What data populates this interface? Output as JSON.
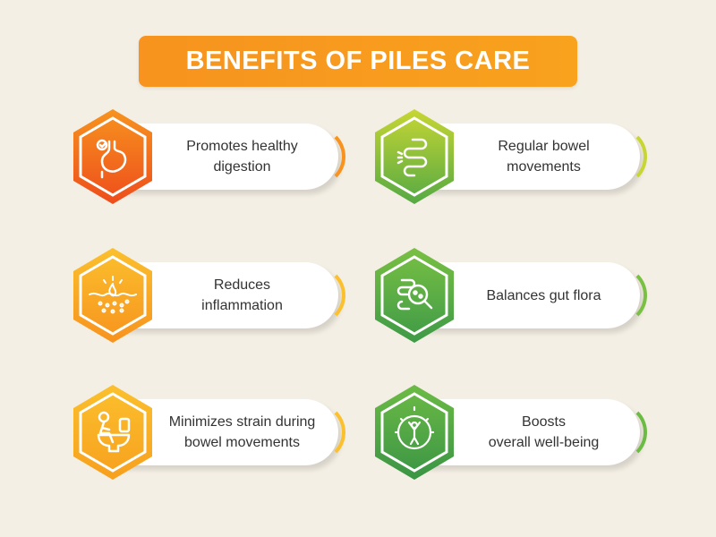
{
  "title": "BENEFITS OF PILES CARE",
  "benefits": [
    {
      "line1": "Promotes healthy",
      "line2": "digestion",
      "icon": "stomach-icon",
      "color1": "#f7931e",
      "color2": "#ee4d1c",
      "edge": "#f7931e"
    },
    {
      "line1": "Regular bowel",
      "line2": "movements",
      "icon": "intestine-icon",
      "color1": "#c7d633",
      "color2": "#55a944",
      "edge": "#c7d633"
    },
    {
      "line1": "Reduces",
      "line2": "inflammation",
      "icon": "inflammation-icon",
      "color1": "#fbc02d",
      "color2": "#f7931e",
      "edge": "#fbc02d"
    },
    {
      "line1": "Balances gut flora",
      "line2": "",
      "icon": "gut-flora-icon",
      "color1": "#79c043",
      "color2": "#3e9a47",
      "edge": "#79c043"
    },
    {
      "line1": "Minimizes strain during",
      "line2": "bowel movements",
      "icon": "toilet-icon",
      "color1": "#fbc02d",
      "color2": "#f7a01e",
      "edge": "#fbc02d"
    },
    {
      "line1": "Boosts",
      "line2": "overall well-being",
      "icon": "wellbeing-icon",
      "color1": "#6cbb45",
      "color2": "#3a9445",
      "edge": "#6cbb45"
    }
  ]
}
